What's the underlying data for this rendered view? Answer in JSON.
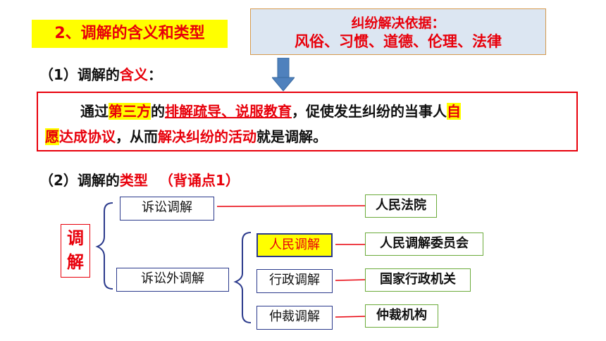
{
  "title": "2、调解的含义和类型",
  "basis": {
    "line1": "纠纷解决依据：",
    "line2": "风俗、习惯、道德、伦理、法律"
  },
  "section1": {
    "prefix": "（1）调解的",
    "highlight": "含义",
    "suffix": "："
  },
  "definition": {
    "p1": "通过",
    "p2": "第三方",
    "p3": "的",
    "p4": "排解疏导、说服教育",
    "p5": "，促使发生纠纷的当事人",
    "p6": "自",
    "p7": "愿",
    "p8": "达成协议",
    "p9": "，从而",
    "p10": "解决纠纷的活动",
    "p11": "就是调解。"
  },
  "section2": {
    "prefix": "（2）调解的",
    "highlight": "类型",
    "note": "（背诵点1）"
  },
  "tree": {
    "root_char1": "调",
    "root_char2": "解",
    "litigation": "诉讼调解",
    "non_litigation": "诉讼外调解",
    "people": "人民调解",
    "administrative": "行政调解",
    "arbitration": "仲裁调解"
  },
  "bodies": {
    "court": "人民法院",
    "committee": "人民调解委员会",
    "government": "国家行政机关",
    "arbitration_org": "仲裁机构"
  },
  "colors": {
    "red": "#e8000b",
    "yellow": "#ffff00",
    "navy": "#2b3a8c",
    "green": "#6bab3a",
    "blue_box": "#dce6f2"
  }
}
